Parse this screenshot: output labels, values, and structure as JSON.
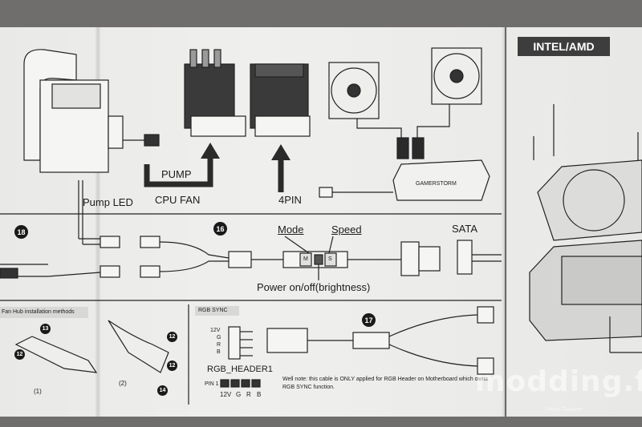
{
  "manual": {
    "top": {
      "pump_label": "PUMP",
      "cpu_fan_label": "CPU FAN",
      "four_pin_label": "4PIN",
      "pump_led_label": "Pump LED",
      "hub_brand": "GAMERSTORM",
      "intel_amd_label": "INTEL/AMD"
    },
    "middle": {
      "step_18": "18",
      "step_16": "16",
      "mode_label": "Mode",
      "speed_label": "Speed",
      "power_label": "Power on/off(brightness)",
      "sata_label": "SATA",
      "button_m": "M",
      "button_s": "S"
    },
    "bottom": {
      "fan_hub_title": "Fan Hub installation methods",
      "step_12a": "12",
      "step_13": "13",
      "step_12b": "12",
      "step_14": "14",
      "step_12c": "12",
      "method_1": "(1)",
      "method_2": "(2)",
      "rgb_sync_title": "RGB SYNC",
      "pins_12v": "12V",
      "pins_g": "G",
      "pins_r": "R",
      "pins_b": "B",
      "header_label": "RGB_HEADER1",
      "pin1_label": "PIN 1",
      "row_12v": "12V",
      "row_g": "G",
      "row_r": "R",
      "row_b": "B",
      "step_17": "17",
      "note": "Well note: this cable is ONLY applied for RGB Header on Motherboard which owns RGB SYNC function."
    },
    "watermark": {
      "text": "modding.fr",
      "credit": "Photo Tunisien"
    }
  }
}
